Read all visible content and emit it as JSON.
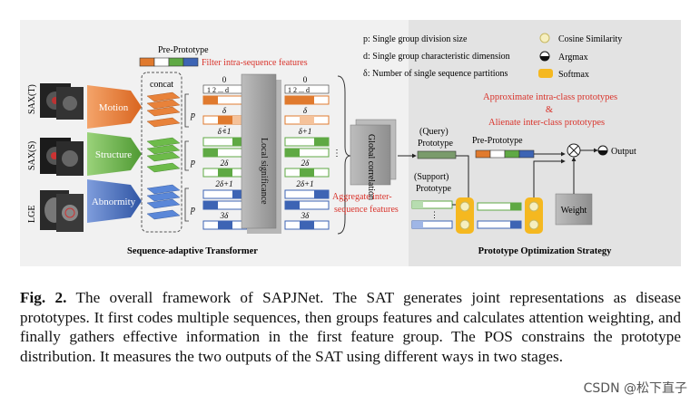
{
  "figure": {
    "pre_prototype_top": "Pre-Prototype",
    "concat": "concat",
    "filter_text": "Filter intra-sequence features",
    "legend_p": "p: Single group division size",
    "legend_d": "d: Single group characteristic dimension",
    "legend_delta": "δ: Number of single sequence partitions",
    "legend_cos": "Cosine Similarity",
    "legend_argmax": "Argmax",
    "legend_softmax": "Softmax",
    "row_labels": [
      "SAX(T)",
      "SAX(S)",
      "LGE"
    ],
    "branches": [
      "Motion",
      "Structure",
      "Abnormity"
    ],
    "p_labels": [
      "p",
      "p",
      "p"
    ],
    "dots": "⋮",
    "local_significance": "Local significance",
    "global_correlation": "Global correlation",
    "agg_line1": "Aggregate inter-",
    "agg_line2": "sequence features",
    "approx_line1": "Approximate intra-class prototypes",
    "approx_amp": "&",
    "approx_line2": "Alienate inter-class prototypes",
    "query_line1": "(Query)",
    "query_line2": "Prototype",
    "support_line1": "(Support)",
    "support_line2": "Prototype",
    "pre_prototype_right": "Pre-Prototype",
    "weight": "Weight",
    "output": "Output",
    "sat_title": "Sequence-adaptive Transformer",
    "pos_title": "Prototype Optimization Strategy",
    "left_bars": {
      "b0": "0",
      "b0_cells": "1 2 ... d",
      "b1": "δ",
      "b2": "δ+1",
      "b3": "2δ",
      "b4": "2δ+1",
      "b5": "3δ"
    },
    "right_bars": {
      "b0": "0",
      "b0_cells": "1 2 ... d",
      "b1": "δ",
      "b2": "δ+1",
      "b3": "2δ",
      "b4": "2δ+1",
      "b5": "3δ"
    },
    "colors": {
      "orange": "#e07a2e",
      "green": "#5fa944",
      "blue": "#3d64b4",
      "red": "#d9332b",
      "gray_bg": "#e6e6e6"
    }
  },
  "caption": {
    "label": "Fig. 2.",
    "text": " The overall framework of SAPJNet. The SAT generates joint representations as disease prototypes. It first codes multiple sequences, then groups features and calculates attention weighting, and finally gathers effective information in the first feature group. The POS constrains the prototype distribution. It measures the two outputs of the SAT using different ways in two stages."
  },
  "watermark": "CSDN @松下直子"
}
